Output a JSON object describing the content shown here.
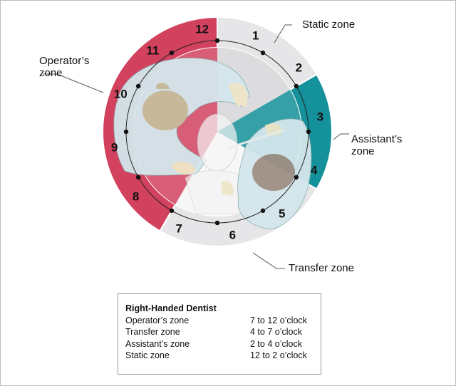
{
  "diagram": {
    "clock_numbers": [
      "12",
      "1",
      "2",
      "3",
      "4",
      "5",
      "6",
      "7",
      "8",
      "9",
      "10",
      "11"
    ],
    "zones": [
      {
        "name": "Operator's zone",
        "from_hour": 7,
        "to_hour": 12,
        "color": "#d2425f"
      },
      {
        "name": "Transfer zone",
        "from_hour": 4,
        "to_hour": 7,
        "color": "#e6e6e8"
      },
      {
        "name": "Assistant's zone",
        "from_hour": 2,
        "to_hour": 4,
        "color": "#14919a"
      },
      {
        "name": "Static zone",
        "from_hour": 12,
        "to_hour": 2,
        "color": "#e6e6e8"
      }
    ],
    "labels": {
      "static": "Static zone",
      "operator_line1": "Operator’s",
      "operator_line2": "zone",
      "assistant_line1": "Assistant’s",
      "assistant_line2": "zone",
      "transfer": "Transfer zone"
    }
  },
  "legend": {
    "title": "Right-Handed Dentist",
    "rows": [
      {
        "zone": "Operator’s zone",
        "range": "7 to 12 o’clock"
      },
      {
        "zone": "Transfer zone",
        "range": "4 to 7 o’clock"
      },
      {
        "zone": "Assistant’s zone",
        "range": "2 to 4 o’clock"
      },
      {
        "zone": "Static zone",
        "range": "12 to 2 o’clock"
      }
    ]
  }
}
